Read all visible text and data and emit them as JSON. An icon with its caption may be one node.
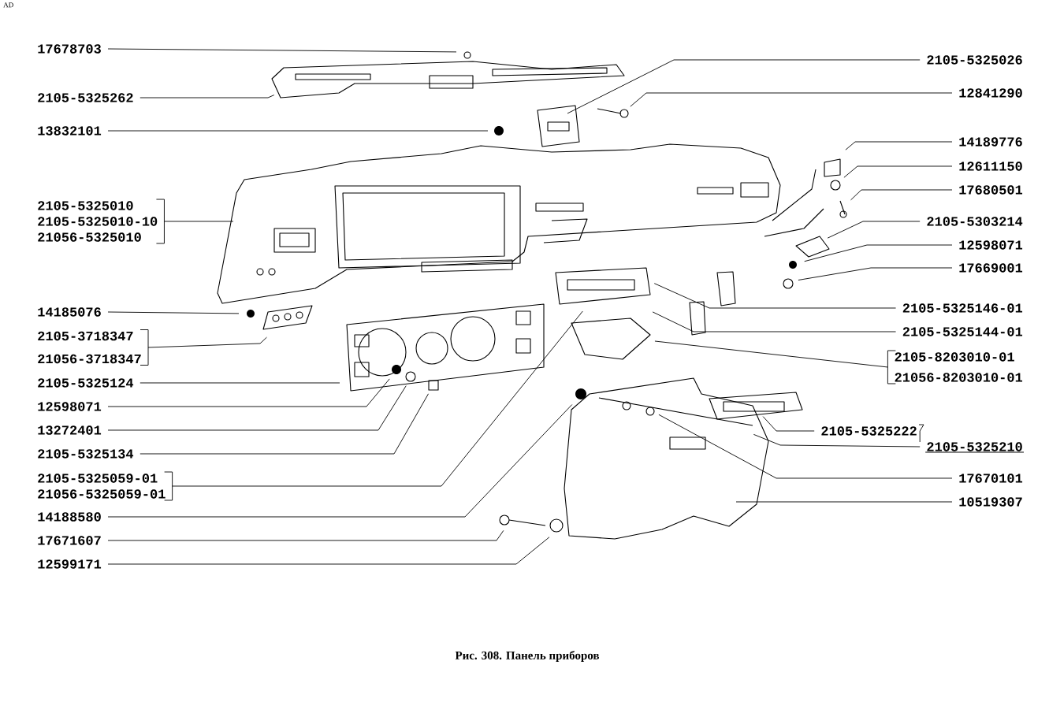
{
  "diagram": {
    "caption": "Рис. 308. Панель приборов",
    "nodes": [
      {
        "text": [
          "17678703"
        ]
      },
      {
        "text": [
          "2105-5325262"
        ]
      },
      {
        "text": [
          "13832101"
        ]
      },
      {
        "text": [
          "2105-5325010",
          "2105-5325010-10",
          "21056-5325010"
        ]
      },
      {
        "text": [
          "14185076"
        ]
      },
      {
        "text": [
          "2105-3718347",
          "21056-3718347"
        ]
      },
      {
        "text": [
          "2105-5325124"
        ]
      },
      {
        "text": [
          "12598071"
        ]
      },
      {
        "text": [
          "13272401"
        ]
      },
      {
        "text": [
          "2105-5325134"
        ]
      },
      {
        "text": [
          "2105-5325059-01",
          "21056-5325059-01"
        ]
      },
      {
        "text": [
          "14188580"
        ]
      },
      {
        "text": [
          "17671607"
        ]
      },
      {
        "text": [
          "12599171"
        ]
      },
      {
        "text": [
          "2105-5325026"
        ]
      },
      {
        "text": [
          "12841290"
        ]
      },
      {
        "text": [
          "14189776"
        ]
      },
      {
        "text": [
          "12611150"
        ]
      },
      {
        "text": [
          "17680501"
        ]
      },
      {
        "text": [
          "2105-5303214"
        ]
      },
      {
        "text": [
          "12598071"
        ]
      },
      {
        "text": [
          "17669001"
        ]
      },
      {
        "text": [
          "2105-5325146-01"
        ]
      },
      {
        "text": [
          "2105-5325144-01"
        ]
      },
      {
        "text": [
          "2105-8203010-01",
          "21056-8203010-01"
        ]
      },
      {
        "text": [
          "2105-5325222"
        ]
      },
      {
        "text": [
          "2105-5325210"
        ]
      },
      {
        "text": [
          "17670101"
        ]
      },
      {
        "text": [
          "10519307"
        ]
      }
    ],
    "edges": [
      {
        "from": 0,
        "to": null,
        "arrow": "none"
      },
      {
        "from": 1,
        "to": null,
        "arrow": "none"
      },
      {
        "from": 2,
        "to": null,
        "arrow": "none"
      },
      {
        "from": 3,
        "to": null,
        "arrow": "none"
      },
      {
        "from": 4,
        "to": null,
        "arrow": "none"
      },
      {
        "from": 5,
        "to": null,
        "arrow": "none"
      },
      {
        "from": 6,
        "to": null,
        "arrow": "none"
      },
      {
        "from": 7,
        "to": null,
        "arrow": "none"
      },
      {
        "from": 8,
        "to": null,
        "arrow": "none"
      },
      {
        "from": 9,
        "to": null,
        "arrow": "none"
      },
      {
        "from": 10,
        "to": null,
        "arrow": "none"
      },
      {
        "from": 11,
        "to": null,
        "arrow": "none"
      },
      {
        "from": 12,
        "to": null,
        "arrow": "none"
      },
      {
        "from": 13,
        "to": null,
        "arrow": "none"
      },
      {
        "from": 14,
        "to": null,
        "arrow": "none"
      },
      {
        "from": 15,
        "to": null,
        "arrow": "none"
      },
      {
        "from": 16,
        "to": null,
        "arrow": "none"
      },
      {
        "from": 17,
        "to": null,
        "arrow": "none"
      },
      {
        "from": 18,
        "to": null,
        "arrow": "none"
      },
      {
        "from": 19,
        "to": null,
        "arrow": "none"
      },
      {
        "from": 20,
        "to": null,
        "arrow": "none"
      },
      {
        "from": 21,
        "to": null,
        "arrow": "none"
      },
      {
        "from": 22,
        "to": null,
        "arrow": "none"
      },
      {
        "from": 23,
        "to": null,
        "arrow": "none"
      },
      {
        "from": 24,
        "to": null,
        "arrow": "none"
      },
      {
        "from": 25,
        "to": null,
        "arrow": "none"
      },
      {
        "from": 26,
        "to": null,
        "arrow": "none"
      },
      {
        "from": 27,
        "to": null,
        "arrow": "none"
      },
      {
        "from": 28,
        "to": null,
        "arrow": "none"
      }
    ],
    "labels": [
      "AD"
    ]
  }
}
